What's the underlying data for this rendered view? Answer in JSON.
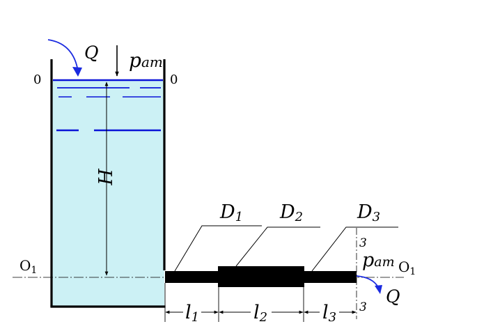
{
  "labels": {
    "flow_in": "Q",
    "pressure_top_base": "p",
    "pressure_top_sub": "am",
    "section_0_left": "0",
    "section_0_right": "0",
    "head": "H",
    "datum_left_base": "O",
    "datum_left_sub": "1",
    "datum_right_base": "O",
    "datum_right_sub": "1",
    "d1_base": "D",
    "d1_sub": "1",
    "d2_base": "D",
    "d2_sub": "2",
    "d3_base": "D",
    "d3_sub": "3",
    "section_3_top": "3",
    "section_3_bottom": "3",
    "pressure_out_base": "p",
    "pressure_out_sub": "am",
    "flow_out": "Q",
    "l1_base": "l",
    "l1_sub": "1",
    "l2_base": "l",
    "l2_sub": "2",
    "l3_base": "l",
    "l3_sub": "3"
  },
  "colors": {
    "water_fill": "#ccf1f5",
    "water_lines": "#0a14d8",
    "flow_arrow": "#1a2ae0",
    "structure": "#000000"
  }
}
